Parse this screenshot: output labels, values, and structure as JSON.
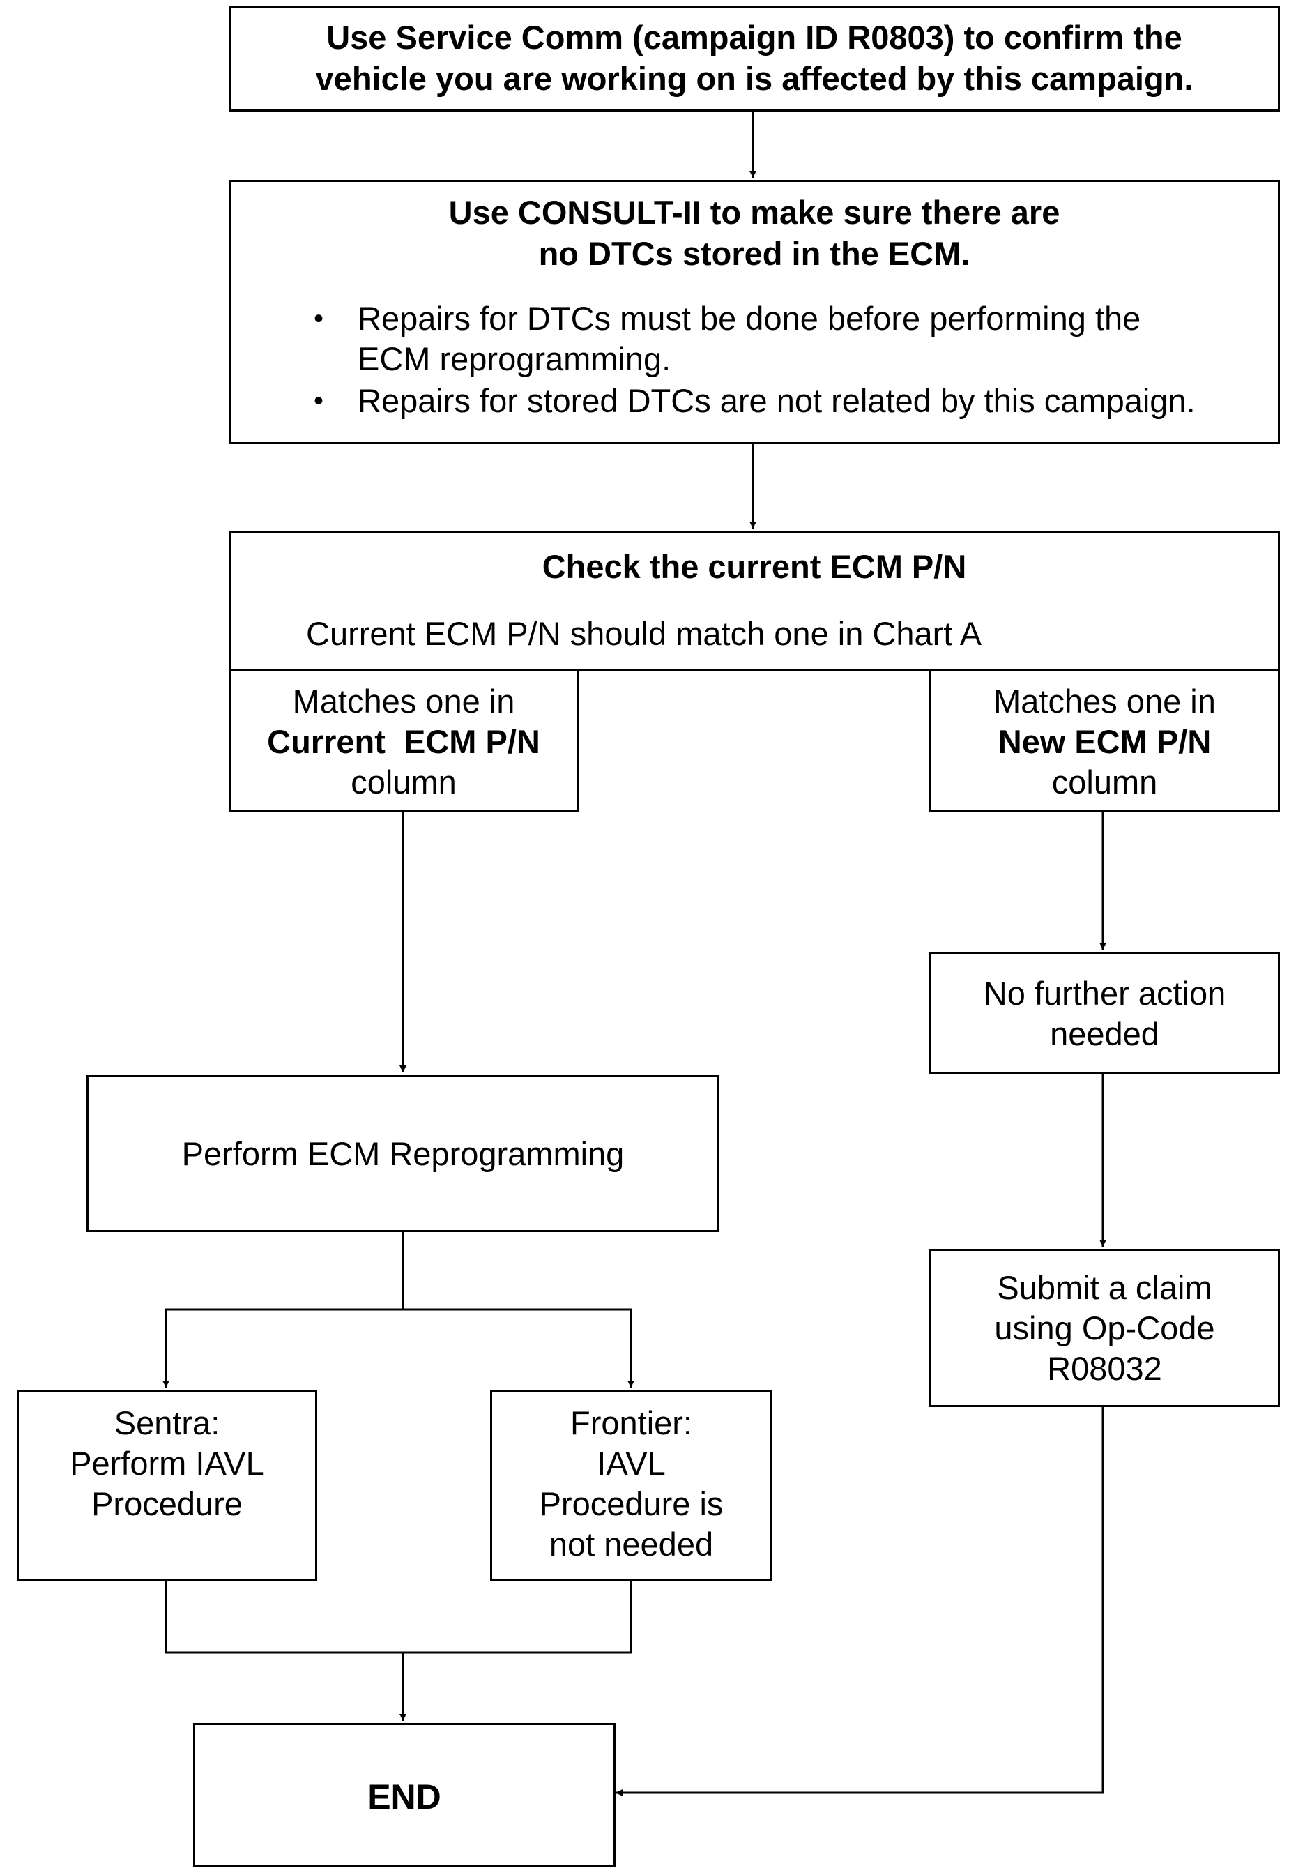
{
  "flowchart": {
    "step1": {
      "line1": "Use Service Comm (campaign ID R0803) to confirm the",
      "line2": "vehicle you are working on is affected by this campaign."
    },
    "step2": {
      "title1": "Use CONSULT-II to make sure there are",
      "title2": "no DTCs stored in the ECM.",
      "bullet1_line1": "Repairs for DTCs must be done before performing the",
      "bullet1_line2": "ECM reprogramming.",
      "bullet2": "Repairs for stored DTCs are not related by this campaign."
    },
    "step3": {
      "title": "Check the current ECM P/N",
      "subtitle": "Current ECM P/N should match one in Chart A"
    },
    "branch_current": {
      "line1": "Matches one in",
      "line2": "Current  ECM P/N",
      "line3": "column"
    },
    "branch_new": {
      "line1": "Matches one in",
      "line2": "New ECM P/N",
      "line3": "column"
    },
    "reprogram": "Perform ECM Reprogramming",
    "no_action": {
      "line1": "No further action",
      "line2": "needed"
    },
    "claim": {
      "line1": "Submit a claim",
      "line2": "using Op-Code",
      "line3": "R08032"
    },
    "sentra": {
      "line1": "Sentra:",
      "line2": "Perform IAVL",
      "line3": "Procedure"
    },
    "frontier": {
      "line1": "Frontier:",
      "line2": "IAVL",
      "line3": "Procedure is",
      "line4": "not needed"
    },
    "end": "END"
  }
}
